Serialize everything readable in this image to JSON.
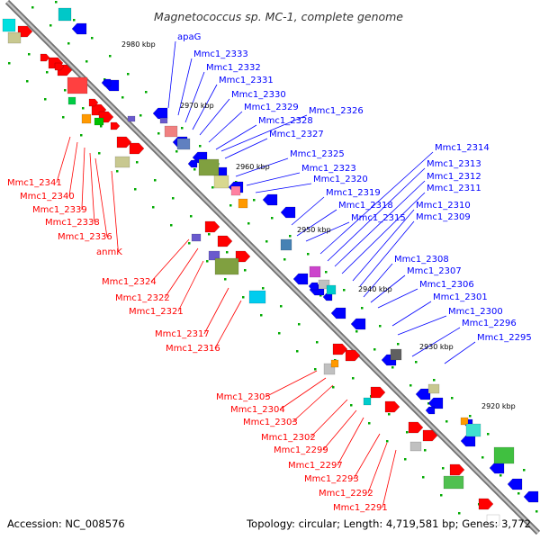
{
  "title": "Magnetococcus sp. MC-1, complete genome",
  "accession_text": "Accession: NC_008576",
  "topology_text": "Topology: circular; Length: 4,719,581 bp; Genes: 3,772",
  "colors": {
    "forward_gene": "#ff0000",
    "reverse_gene": "#0000ff",
    "backbone": "#a0a0a0",
    "tick": "#00aa00"
  },
  "position_markers": [
    "2980 kbp",
    "2970 kbp",
    "2960 kbp",
    "2950 kbp",
    "2940 kbp",
    "2930 kbp",
    "2920 kbp"
  ],
  "upper_gene_labels": [
    "apaG",
    "Mmc1_2333",
    "Mmc1_2332",
    "Mmc1_2331",
    "Mmc1_2330",
    "Mmc1_2329",
    "Mmc1_2326",
    "Mmc1_2328",
    "Mmc1_2327",
    "Mmc1_2325",
    "Mmc1_2323",
    "Mmc1_2320",
    "Mmc1_2319",
    "Mmc1_2318",
    "Mmc1_2315",
    "Mmc1_2314",
    "Mmc1_2313",
    "Mmc1_2312",
    "Mmc1_2311",
    "Mmc1_2310",
    "Mmc1_2309",
    "Mmc1_2308",
    "Mmc1_2307",
    "Mmc1_2306",
    "Mmc1_2301",
    "Mmc1_2300",
    "Mmc1_2296",
    "Mmc1_2295"
  ],
  "lower_gene_labels": [
    "Mmc1_2341",
    "Mmc1_2340",
    "Mmc1_2339",
    "Mmc1_2338",
    "Mmc1_2336",
    "anmK",
    "Mmc1_2324",
    "Mmc1_2322",
    "Mmc1_2321",
    "Mmc1_2317",
    "Mmc1_2316",
    "Mmc1_2305",
    "Mmc1_2304",
    "Mmc1_2303",
    "Mmc1_2302",
    "Mmc1_2299",
    "Mmc1_2297",
    "Mmc1_2293",
    "Mmc1_2292",
    "Mmc1_2291"
  ]
}
